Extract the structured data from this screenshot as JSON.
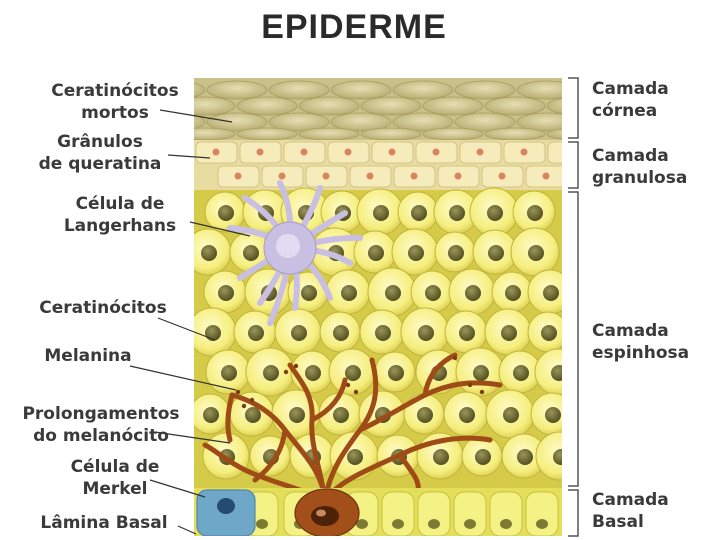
{
  "title": "EPIDERME",
  "left_labels": [
    {
      "line1": "Ceratinócitos",
      "line2": "mortos"
    },
    {
      "line1": "Grânulos",
      "line2": "de queratina"
    },
    {
      "line1": "Célula de",
      "line2": "Langerhans"
    },
    {
      "line1": "Ceratinócitos",
      "line2": ""
    },
    {
      "line1": "Melanina",
      "line2": ""
    },
    {
      "line1": "Prolongamentos",
      "line2": "do melanócito"
    },
    {
      "line1": "Célula de",
      "line2": "Merkel"
    },
    {
      "line1": "Lâmina Basal",
      "line2": ""
    }
  ],
  "right_labels": [
    {
      "line1": "Camada",
      "line2": "córnea"
    },
    {
      "line1": "Camada",
      "line2": "granulosa"
    },
    {
      "line1": "Camada",
      "line2": "espinhosa"
    },
    {
      "line1": "Camada",
      "line2": "Basal"
    }
  ],
  "colors": {
    "corneum": "#cfc792",
    "granulosum": "#f3e6b0",
    "spinosum_bg": "#d9cf4e",
    "cell": "#f7f28a",
    "nucleus": "#6f6b2a",
    "langerhans": "#c8bfe2",
    "melanocyte": "#a5531b",
    "merkel": "#6fa7c9",
    "basal": "#f2ef7a"
  }
}
